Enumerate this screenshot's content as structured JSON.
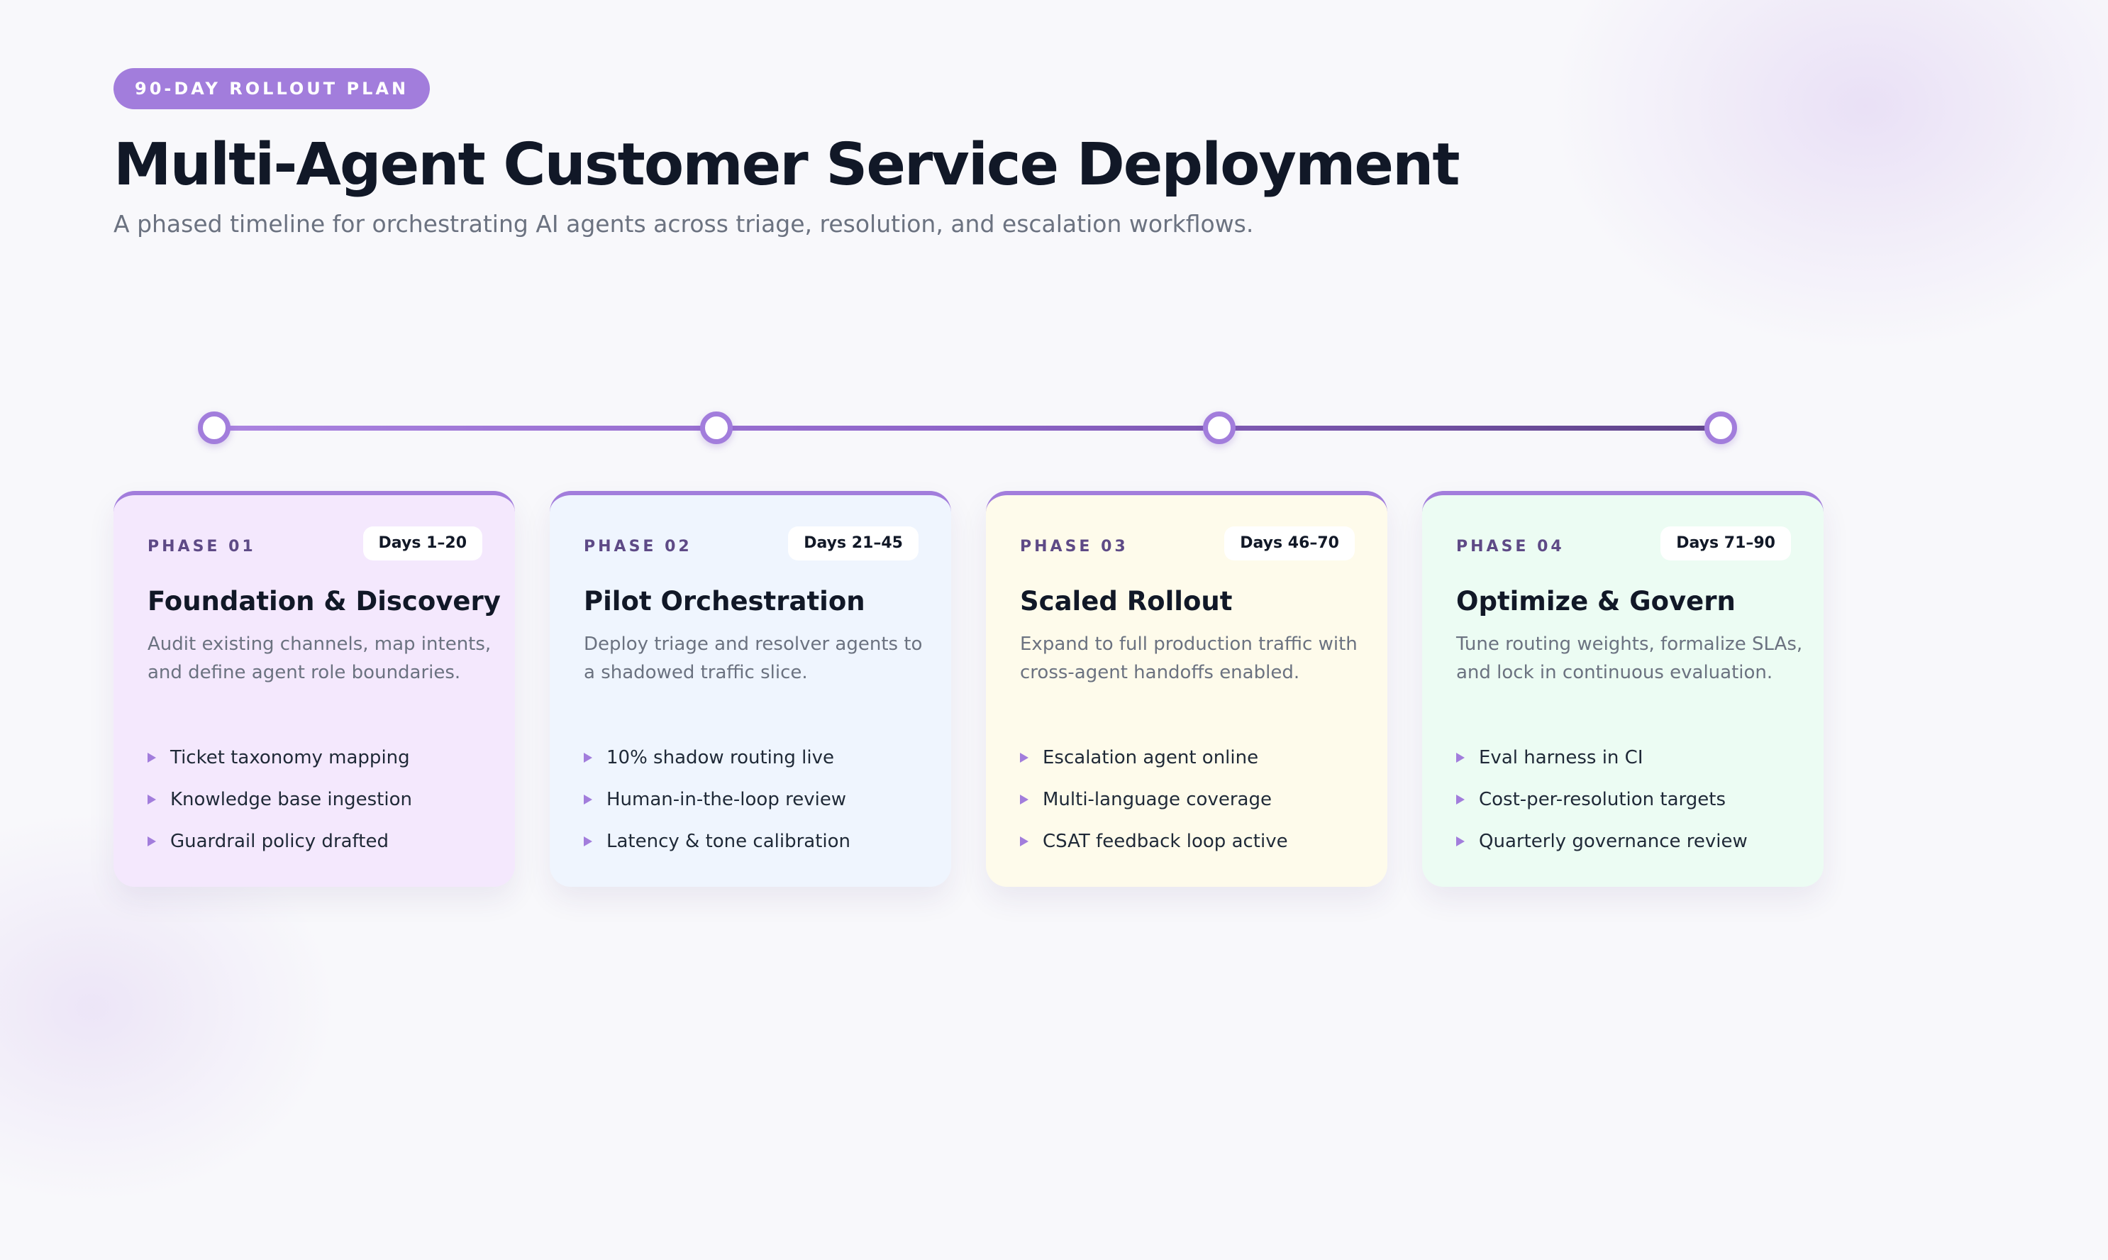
{
  "header": {
    "badge": "90-DAY ROLLOUT PLAN",
    "title": "Multi-Agent Customer Service Deployment",
    "subtitle": "A phased timeline for orchestrating AI agents across triage, resolution, and escalation workflows."
  },
  "colors": {
    "accent": "#a27ddc",
    "title": "#111827",
    "muted": "#6b7280",
    "phase_label": "#5e4a86"
  },
  "phases": [
    {
      "phase": "PHASE 01",
      "days": "Days 1–20",
      "title": "Foundation & Discovery",
      "description": "Audit existing channels, map intents, and define agent role boundaries.",
      "items": [
        "Ticket taxonomy mapping",
        "Knowledge base ingestion",
        "Guardrail policy drafted"
      ],
      "bg": "#f4e8fd"
    },
    {
      "phase": "PHASE 02",
      "days": "Days 21–45",
      "title": "Pilot Orchestration",
      "description": "Deploy triage and resolver agents to a shadowed traffic slice.",
      "items": [
        "10% shadow routing live",
        "Human-in-the-loop review",
        "Latency & tone calibration"
      ],
      "bg": "#eff5fe"
    },
    {
      "phase": "PHASE 03",
      "days": "Days 46–70",
      "title": "Scaled Rollout",
      "description": "Expand to full production traffic with cross-agent handoffs enabled.",
      "items": [
        "Escalation agent online",
        "Multi-language coverage",
        "CSAT feedback loop active"
      ],
      "bg": "#fefbeb"
    },
    {
      "phase": "PHASE 04",
      "days": "Days 71–90",
      "title": "Optimize & Govern",
      "description": "Tune routing weights, formalize SLAs, and lock in continuous evaluation.",
      "items": [
        "Eval harness in CI",
        "Cost-per-resolution targets",
        "Quarterly governance review"
      ],
      "bg": "#ecfcf3"
    }
  ]
}
